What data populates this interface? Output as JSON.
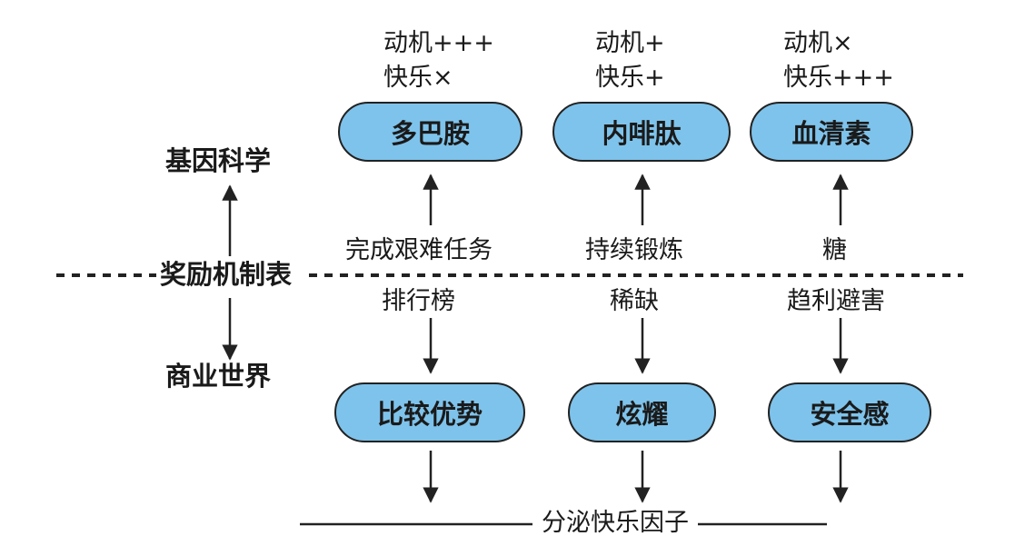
{
  "top_stats": [
    {
      "motivation": "动机+++",
      "pleasure": "快乐×"
    },
    {
      "motivation": "动机+",
      "pleasure": "快乐+"
    },
    {
      "motivation": "动机×",
      "pleasure": "快乐+++"
    }
  ],
  "hormones": [
    "多巴胺",
    "内啡肽",
    "血清素"
  ],
  "triggers_upper": [
    "完成艰难任务",
    "持续锻炼",
    "糖"
  ],
  "triggers_lower": [
    "排行榜",
    "稀缺",
    "趋利避害"
  ],
  "behaviors": [
    "比较优势",
    "炫耀",
    "安全感"
  ],
  "side_labels": {
    "top": "基因科学",
    "middle": "奖励机制表",
    "bottom": "商业世界"
  },
  "bottom_label": "分泌快乐因子",
  "colors": {
    "pill_fill": "#7ec3eb",
    "stroke": "#222222"
  }
}
